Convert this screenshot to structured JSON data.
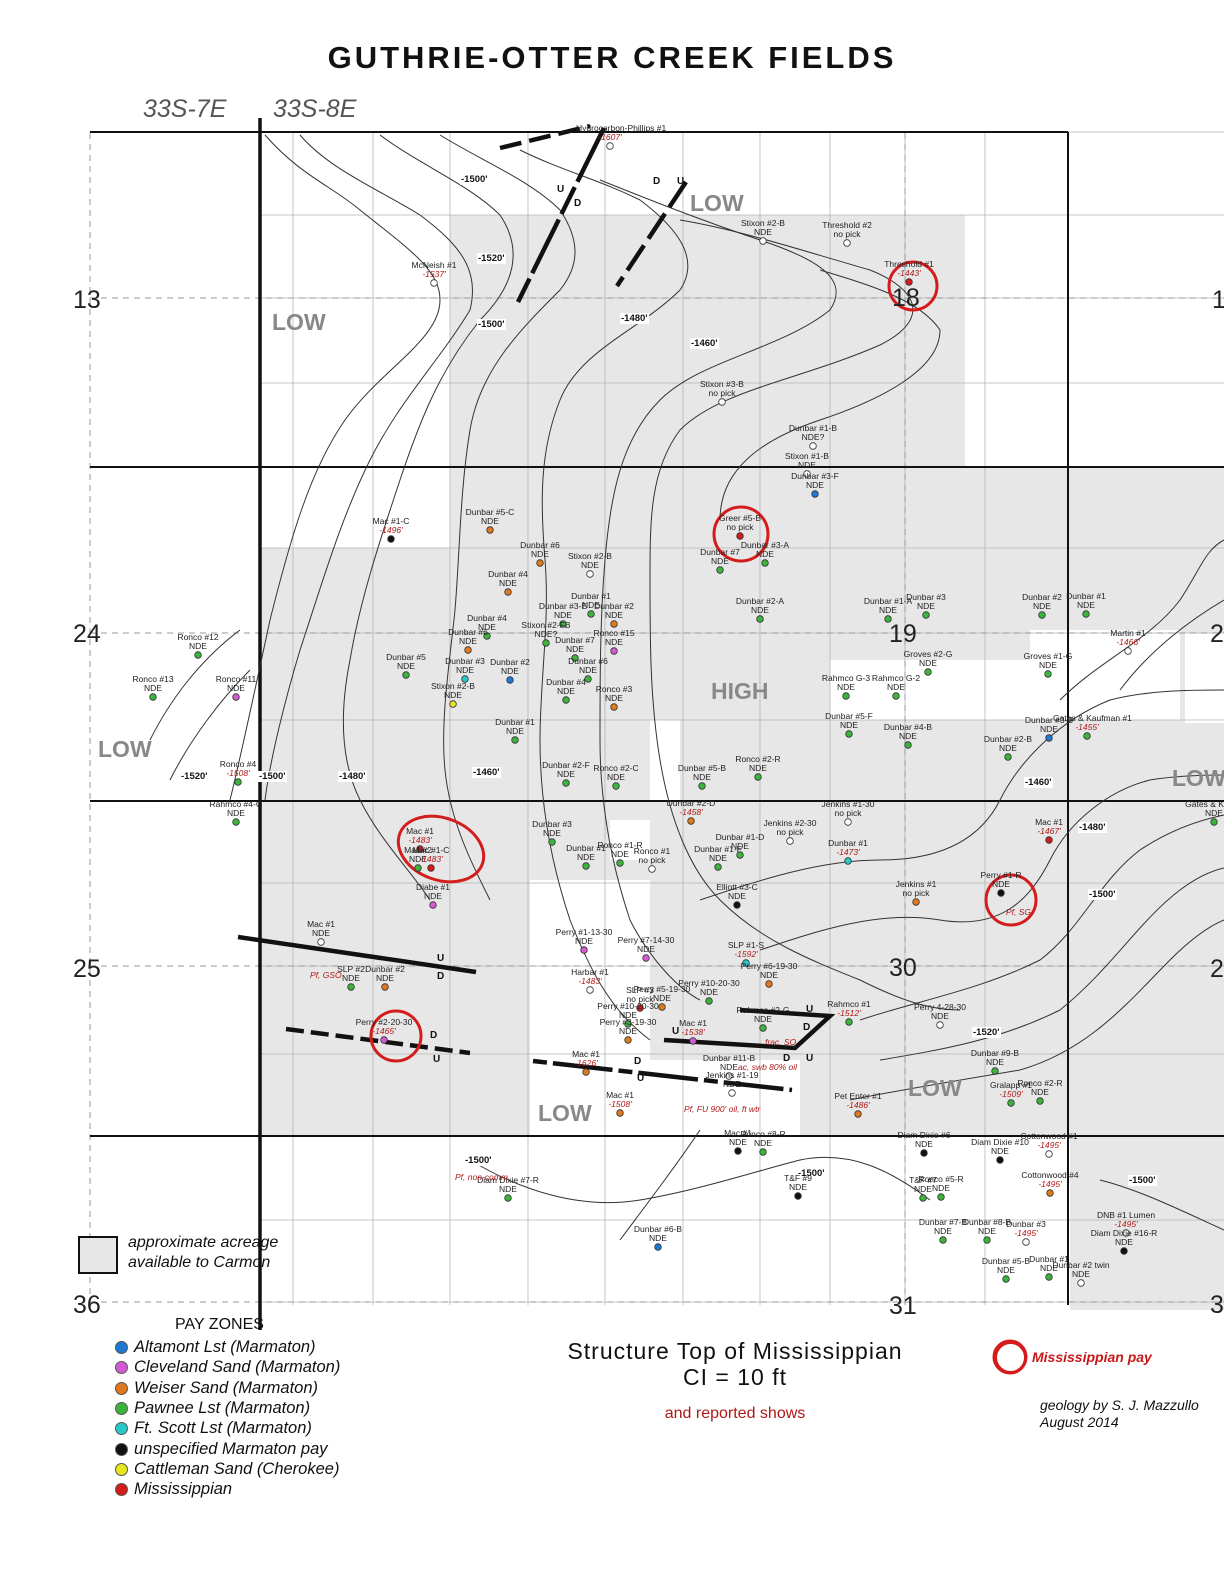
{
  "title": "GUTHRIE-OTTER CREEK FIELDS",
  "townships": [
    "33S-7E",
    "33S-8E"
  ],
  "row_labels": {
    "r13": "13",
    "r24": "24",
    "r25": "25",
    "r36": "36"
  },
  "right_labels": {
    "r13": "1",
    "r24": "2",
    "r25": "2",
    "r36": "3"
  },
  "center_labels": {
    "c18": "18",
    "c19": "19",
    "c30": "30",
    "c31": "31"
  },
  "big_labels": {
    "low1": "LOW",
    "low2": "LOW",
    "low3": "LOW",
    "low4": "LOW",
    "low5": "LOW",
    "low6": "LOW",
    "high": "HIGH"
  },
  "contours": {
    "c1500a": "-1500'",
    "c1520a": "-1520'",
    "c1500b": "-1500'",
    "c1480a": "-1480'",
    "c1460a": "-1460'",
    "c1520b": "-1520'",
    "c1500c": "-1500'",
    "c1480b": "-1480'",
    "c1460b": "-1460'",
    "c1460c": "-1460'",
    "c1480c": "-1480'",
    "c1500d": "-1500'",
    "c1520c": "-1520'",
    "c1500e": "-1500'",
    "c1500f": "-1500'",
    "c1500g": "-1500'"
  },
  "wells": [
    {
      "name": "Hydrocarbon-Phillips #1",
      "status": "-1607'",
      "color": "#ffffff"
    },
    {
      "name": "McNeish #1",
      "status": "-1537'",
      "color": "#ffffff"
    },
    {
      "name": "Stixon #2-B",
      "status": "NDE",
      "color": "#ffffff"
    },
    {
      "name": "Threshold #2",
      "status": "no pick",
      "color": "#ffffff"
    },
    {
      "name": "Threshold #1",
      "status": "-1443'",
      "color": "#d41c1c"
    },
    {
      "name": "Stixon #3-B",
      "status": "no pick",
      "color": "#ffffff"
    },
    {
      "name": "Dunbar #1-B",
      "status": "NDE?",
      "color": "#ffffff"
    },
    {
      "name": "Stixon #1-B",
      "status": "NDE",
      "color": "#ffffff"
    },
    {
      "name": "Dunbar #3-F",
      "status": "NDE",
      "color": "#1e78d2"
    },
    {
      "name": "Mac #1-C",
      "status": "-1496'",
      "color": "#111111"
    },
    {
      "name": "Dunbar #5-C",
      "status": "NDE",
      "color": "#e07820"
    },
    {
      "name": "Greer #5-B",
      "status": "no pick",
      "color": "#d41c1c"
    },
    {
      "name": "Dunbar #6",
      "status": "NDE",
      "color": "#e07820"
    },
    {
      "name": "Stixon #2-B",
      "status": "NDE",
      "color": "#ffffff"
    },
    {
      "name": "Dunbar #7",
      "status": "NDE",
      "color": "#3cb43c"
    },
    {
      "name": "Dunbar #3-A",
      "status": "NDE",
      "color": "#3cb43c"
    },
    {
      "name": "Dunbar #4",
      "status": "NDE",
      "color": "#e07820"
    },
    {
      "name": "Dunbar #1",
      "status": "NDE",
      "color": "#3cb43c"
    },
    {
      "name": "Dunbar #2",
      "status": "NDE",
      "color": "#e07820"
    },
    {
      "name": "Dunbar #2-A",
      "status": "NDE",
      "color": "#3cb43c"
    },
    {
      "name": "Dunbar #1-A",
      "status": "NDE",
      "color": "#3cb43c"
    },
    {
      "name": "Dunbar #3",
      "status": "NDE",
      "color": "#3cb43c"
    },
    {
      "name": "Dunbar #2",
      "status": "NDE",
      "color": "#3cb43c"
    },
    {
      "name": "Dunbar #1",
      "status": "NDE",
      "color": "#3cb43c"
    },
    {
      "name": "Ronco #12",
      "status": "NDE",
      "color": "#3cb43c"
    },
    {
      "name": "Dunbar #4",
      "status": "NDE",
      "color": "#3cb43c"
    },
    {
      "name": "Dunbar #3-E",
      "status": "NDE",
      "color": "#3cb43c"
    },
    {
      "name": "Stixon #2-FB",
      "status": "NDE?",
      "color": "#3cb43c"
    },
    {
      "name": "Ronco #15",
      "status": "NDE",
      "color": "#d25ad2"
    },
    {
      "name": "Dunbar #6",
      "status": "NDE",
      "color": "#e07820"
    },
    {
      "name": "Dunbar #7",
      "status": "NDE",
      "color": "#3cb43c"
    },
    {
      "name": "Groves #2-G",
      "status": "NDE",
      "color": "#3cb43c"
    },
    {
      "name": "Groves #1-G",
      "status": "NDE",
      "color": "#3cb43c"
    },
    {
      "name": "Martin #1",
      "status": "-1466'",
      "color": "#ffffff"
    },
    {
      "name": "Ronco #13",
      "status": "NDE",
      "color": "#3cb43c"
    },
    {
      "name": "Ronco #11",
      "status": "NDE",
      "color": "#d25ad2"
    },
    {
      "name": "Dunbar #5",
      "status": "NDE",
      "color": "#3cb43c"
    },
    {
      "name": "Dunbar #2",
      "status": "NDE",
      "color": "#1e78d2"
    },
    {
      "name": "Dunbar #3",
      "status": "NDE",
      "color": "#28c8c8"
    },
    {
      "name": "Dunbar #6",
      "status": "NDE",
      "color": "#3cb43c"
    },
    {
      "name": "Dunbar #4",
      "status": "NDE",
      "color": "#3cb43c"
    },
    {
      "name": "Stixon #2-B",
      "status": "NDE",
      "color": "#e6e61e"
    },
    {
      "name": "Ronco #3",
      "status": "NDE",
      "color": "#e07820"
    },
    {
      "name": "Rahmco G-3",
      "status": "NDE",
      "color": "#3cb43c"
    },
    {
      "name": "Rahmco G-2",
      "status": "NDE",
      "color": "#3cb43c"
    },
    {
      "name": "Dunbar #1",
      "status": "NDE",
      "color": "#3cb43c"
    },
    {
      "name": "Dunbar #5-F",
      "status": "NDE",
      "color": "#3cb43c"
    },
    {
      "name": "Dunbar #4-B",
      "status": "NDE",
      "color": "#3cb43c"
    },
    {
      "name": "Dunbar #3-B",
      "status": "NDE",
      "color": "#1e78d2"
    },
    {
      "name": "Dunbar #2-B",
      "status": "NDE",
      "color": "#3cb43c"
    },
    {
      "name": "Gates & Kaufman #1",
      "status": "-1455'",
      "color": "#3cb43c"
    },
    {
      "name": "Ronco #4",
      "status": "-1508'",
      "color": "#3cb43c"
    },
    {
      "name": "Dunbar #2-F",
      "status": "NDE",
      "color": "#3cb43c"
    },
    {
      "name": "Ronco #2-C",
      "status": "NDE",
      "color": "#3cb43c"
    },
    {
      "name": "Dunbar #5-B",
      "status": "NDE",
      "color": "#3cb43c"
    },
    {
      "name": "Ronco #2-R",
      "status": "NDE",
      "color": "#3cb43c"
    },
    {
      "name": "Rahmco #4-G",
      "status": "NDE",
      "color": "#3cb43c"
    },
    {
      "name": "Gates & Kaufm",
      "status": "NDE",
      "color": "#3cb43c"
    },
    {
      "name": "Mac #1",
      "status": "-1483'",
      "color": "#d41c1c"
    },
    {
      "name": "Mac #2",
      "status": "NDE",
      "color": "#3cb43c"
    },
    {
      "name": "Mac #1-C",
      "status": "-1483'",
      "color": "#d41c1c"
    },
    {
      "name": "Dunbar #3",
      "status": "NDE",
      "color": "#3cb43c"
    },
    {
      "name": "Dunbar #1",
      "status": "NDE",
      "color": "#3cb43c"
    },
    {
      "name": "Ronco #1-R",
      "status": "NDE",
      "color": "#3cb43c"
    },
    {
      "name": "Ronco #1",
      "status": "no pick",
      "color": "#ffffff"
    },
    {
      "name": "Dunbar #2-D",
      "status": "-1458'",
      "color": "#e07820"
    },
    {
      "name": "Dunbar #1-D",
      "status": "NDE",
      "color": "#3cb43c"
    },
    {
      "name": "Dunbar #1-F",
      "status": "NDE",
      "color": "#3cb43c"
    },
    {
      "name": "Jenkins #2-30",
      "status": "no pick",
      "color": "#ffffff"
    },
    {
      "name": "Jenkins #1-30",
      "status": "no pick",
      "color": "#ffffff"
    },
    {
      "name": "Dunbar #1",
      "status": "-1473'",
      "color": "#28c8c8"
    },
    {
      "name": "Mac #1",
      "status": "-1467'",
      "color": "#d41c1c"
    },
    {
      "name": "Perry #1-R",
      "status": "NDE",
      "color": "#111111"
    },
    {
      "name": "Diabe #1",
      "status": "NDE",
      "color": "#d25ad2"
    },
    {
      "name": "Elliott #3-C",
      "status": "NDE",
      "color": "#111111"
    },
    {
      "name": "Jenkins #1",
      "status": "no pick",
      "color": "#e07820"
    },
    {
      "name": "Mac #1",
      "status": "NDE",
      "color": "#ffffff"
    },
    {
      "name": "Perry #1-13-30",
      "status": "NDE",
      "color": "#d25ad2"
    },
    {
      "name": "Perry #7-14-30",
      "status": "NDE",
      "color": "#d25ad2"
    },
    {
      "name": "SLP #1-S",
      "status": "-1592'",
      "color": "#28c8c8"
    },
    {
      "name": "SLP #2",
      "status": "NDE",
      "color": "#3cb43c"
    },
    {
      "name": "Dunbar #2",
      "status": "NDE",
      "color": "#e07820"
    },
    {
      "name": "Harbar #1",
      "status": "-1483'",
      "color": "#ffffff"
    },
    {
      "name": "Perry #6-19-30",
      "status": "NDE",
      "color": "#e07820"
    },
    {
      "name": "Perry #5-19-30",
      "status": "NDE",
      "color": "#e07820"
    },
    {
      "name": "Perry #10-20-30",
      "status": "NDE",
      "color": "#3cb43c"
    },
    {
      "name": "SLP #3",
      "status": "no pick",
      "color": "#d41c1c"
    },
    {
      "name": "Perry #2-20-30",
      "status": "-1465'",
      "color": "#d25ad2"
    },
    {
      "name": "Perry #10-20-30",
      "status": "NDE",
      "color": "#3cb43c"
    },
    {
      "name": "Perry #3-19-30",
      "status": "NDE",
      "color": "#e07820"
    },
    {
      "name": "Mac #1",
      "status": "-1538'",
      "color": "#d25ad2"
    },
    {
      "name": "Rahmco #2-G",
      "status": "NDE",
      "color": "#3cb43c"
    },
    {
      "name": "Rahmco #1",
      "status": "-1512'",
      "color": "#3cb43c"
    },
    {
      "name": "Perry 4-28-30",
      "status": "NDE",
      "color": "#ffffff"
    },
    {
      "name": "Mac #1",
      "status": "-1626'",
      "color": "#e07820"
    },
    {
      "name": "Dunbar #11-B",
      "status": "NDE",
      "color": "#ffffff"
    },
    {
      "name": "Dunbar #9-B",
      "status": "NDE",
      "color": "#3cb43c"
    },
    {
      "name": "Gralapp #1",
      "status": "-1509'",
      "color": "#3cb43c"
    },
    {
      "name": "Ronco #2-R",
      "status": "NDE",
      "color": "#3cb43c"
    },
    {
      "name": "Mac #1",
      "status": "-1508'",
      "color": "#e07820"
    },
    {
      "name": "Jenkins #1-19",
      "status": "NDE",
      "color": "#ffffff"
    },
    {
      "name": "Pet Enter #1",
      "status": "-1486'",
      "color": "#e07820"
    },
    {
      "name": "Mac #1",
      "status": "NDE",
      "color": "#111111"
    },
    {
      "name": "Ronco #8-R",
      "status": "NDE",
      "color": "#3cb43c"
    },
    {
      "name": "Diam Dixie #6",
      "status": "NDE",
      "color": "#111111"
    },
    {
      "name": "Diam Dixie #10",
      "status": "NDE",
      "color": "#111111"
    },
    {
      "name": "Cottonwood #1",
      "status": "-1495'",
      "color": "#ffffff"
    },
    {
      "name": "Diam Dixie #7-R",
      "status": "NDE",
      "color": "#3cb43c"
    },
    {
      "name": "T&F #9",
      "status": "NDE",
      "color": "#111111"
    },
    {
      "name": "T&F #7",
      "status": "NDE",
      "color": "#3cb43c"
    },
    {
      "name": "Ronco #5-R",
      "status": "NDE",
      "color": "#3cb43c"
    },
    {
      "name": "Cottonwood #4",
      "status": "-1495'",
      "color": "#e07820"
    },
    {
      "name": "Dunbar #6-B",
      "status": "NDE",
      "color": "#1e78d2"
    },
    {
      "name": "Dunbar #8-B",
      "status": "NDE",
      "color": "#3cb43c"
    },
    {
      "name": "Dunbar #7-B",
      "status": "NDE",
      "color": "#3cb43c"
    },
    {
      "name": "Dunbar #3",
      "status": "-1495'",
      "color": "#ffffff"
    },
    {
      "name": "DNB #1 Lumen",
      "status": "-1495'",
      "color": "#ffffff"
    },
    {
      "name": "Diam Dixie #16-R",
      "status": "NDE",
      "color": "#111111"
    },
    {
      "name": "Dunbar #5-B",
      "status": "NDE",
      "color": "#3cb43c"
    },
    {
      "name": "Dunbar #1",
      "status": "NDE",
      "color": "#3cb43c"
    },
    {
      "name": "Dunbar #2 twin",
      "status": "NDE",
      "color": "#ffffff"
    }
  ],
  "notes": {
    "n1": "Pf, GSO",
    "n2": "Pf, SG",
    "n3": "ac, swb 80% oil",
    "n4": "frac, SO",
    "n5": "Pf, FU 900' oil, ft wtr",
    "n6": "Pf, non-comm"
  },
  "legend": {
    "acreage": "approximate acreage available to Carmon",
    "pay_zones_title": "PAY ZONES",
    "pay_zones": [
      {
        "label": "Altamont Lst (Marmaton)",
        "color": "#1e78d2"
      },
      {
        "label": "Cleveland Sand (Marmaton)",
        "color": "#d25ad2"
      },
      {
        "label": "Weiser Sand (Marmaton)",
        "color": "#e07820"
      },
      {
        "label": "Pawnee Lst (Marmaton)",
        "color": "#3cb43c"
      },
      {
        "label": "Ft. Scott Lst (Marmaton)",
        "color": "#28c8c8"
      },
      {
        "label": "unspecified Marmaton pay",
        "color": "#111111"
      },
      {
        "label": "Cattleman Sand (Cherokee)",
        "color": "#e6e61e"
      },
      {
        "label": "Mississippian",
        "color": "#d41c1c"
      }
    ],
    "structure_line1": "Structure Top of Mississippian",
    "structure_line2": "CI = 10 ft",
    "shows": "and reported shows",
    "miss_pay": "Mississippian pay",
    "credit_line1": "geology by S. J. Mazzullo",
    "credit_line2": "August 2014"
  }
}
